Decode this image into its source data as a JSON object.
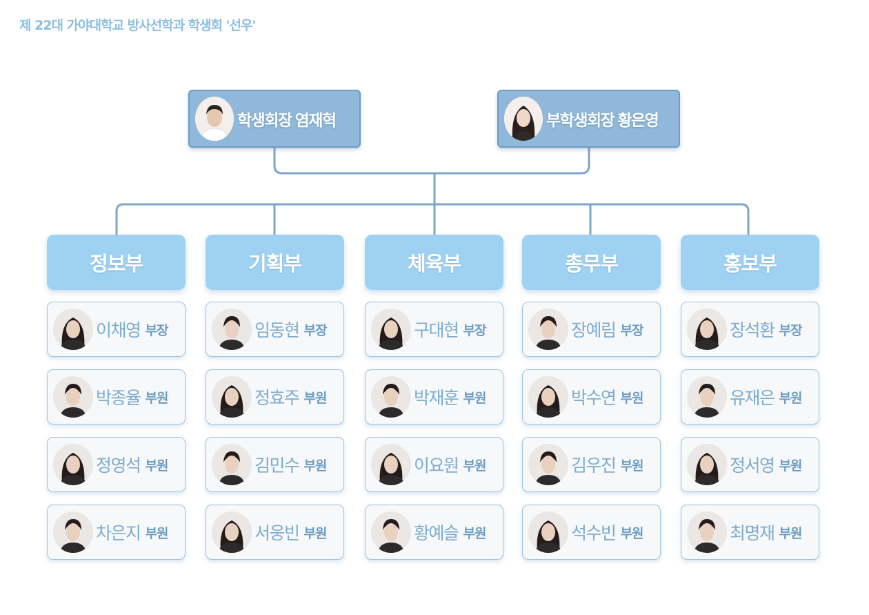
{
  "title": "제 22대 가야대학교 방사선학과 학생회 '선우'",
  "leaders": [
    {
      "role": "학생회장",
      "name": "염재혁"
    },
    {
      "role": "부학생회장",
      "name": "황은영"
    }
  ],
  "departments": [
    {
      "name": "정보부",
      "members": [
        {
          "name": "이채영",
          "role": "부장"
        },
        {
          "name": "박종율",
          "role": "부원"
        },
        {
          "name": "정영석",
          "role": "부원"
        },
        {
          "name": "차은지",
          "role": "부원"
        }
      ]
    },
    {
      "name": "기획부",
      "members": [
        {
          "name": "임동현",
          "role": "부장"
        },
        {
          "name": "정효주",
          "role": "부원"
        },
        {
          "name": "김민수",
          "role": "부원"
        },
        {
          "name": "서웅빈",
          "role": "부원"
        }
      ]
    },
    {
      "name": "체육부",
      "members": [
        {
          "name": "구대현",
          "role": "부장"
        },
        {
          "name": "박재훈",
          "role": "부원"
        },
        {
          "name": "이요원",
          "role": "부원"
        },
        {
          "name": "황예슬",
          "role": "부원"
        }
      ]
    },
    {
      "name": "총무부",
      "members": [
        {
          "name": "장예림",
          "role": "부장"
        },
        {
          "name": "박수연",
          "role": "부원"
        },
        {
          "name": "김우진",
          "role": "부원"
        },
        {
          "name": "석수빈",
          "role": "부원"
        }
      ]
    },
    {
      "name": "홍보부",
      "members": [
        {
          "name": "장석환",
          "role": "부장"
        },
        {
          "name": "유재은",
          "role": "부원"
        },
        {
          "name": "정서영",
          "role": "부원"
        },
        {
          "name": "최명재",
          "role": "부원"
        }
      ]
    }
  ]
}
